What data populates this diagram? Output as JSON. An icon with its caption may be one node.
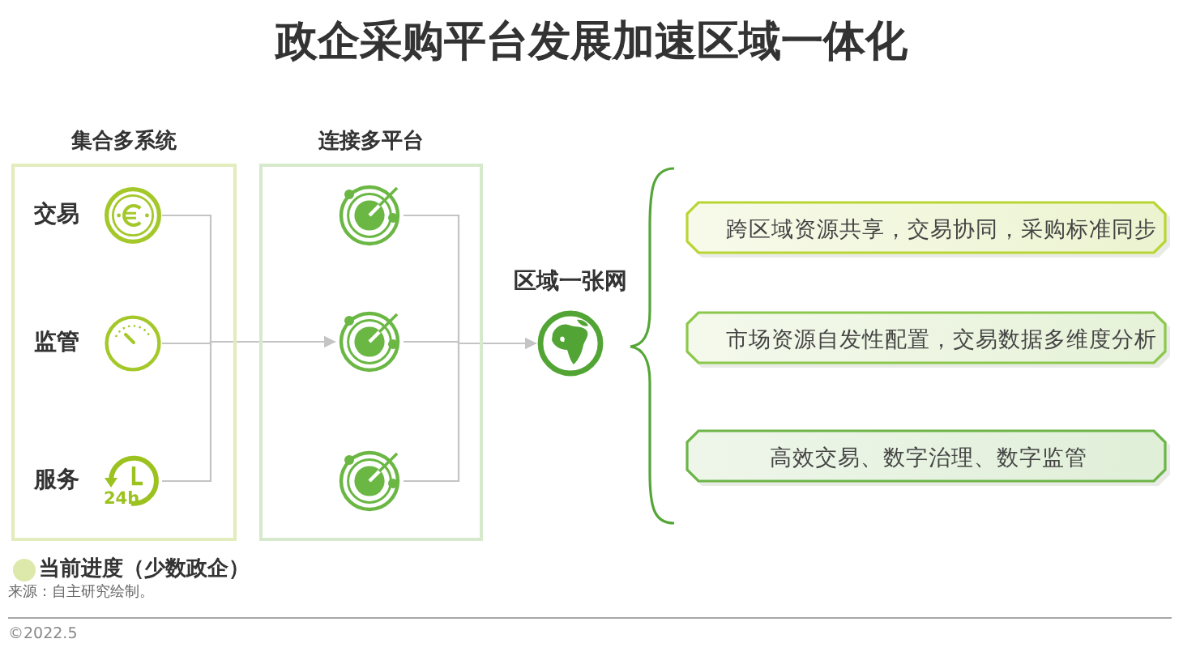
{
  "diagram": {
    "title": "政企采购平台发展加速区域一体化",
    "nodes": [
      {
        "text": [
          "集合多系统"
        ]
      },
      {
        "text": [],
        "shape": "picture",
        "in": 0,
        "beside": [
          "交易"
        ]
      },
      {
        "text": [],
        "shape": "picture",
        "in": 0,
        "beside": [
          "监管"
        ]
      },
      {
        "text": [],
        "shape": "picture",
        "in": 0,
        "beside": [
          "服务"
        ]
      },
      {
        "text": [
          "连接多平台"
        ]
      },
      {
        "text": [],
        "shape": "picture",
        "in": 4
      },
      {
        "text": [],
        "shape": "picture",
        "in": 4
      },
      {
        "text": [],
        "shape": "picture",
        "in": 4
      },
      {
        "text": [],
        "shape": "picture",
        "beside": [
          "区域一张网"
        ]
      },
      {
        "text": [
          "跨区域资源共享，交易协同，采购标准同步"
        ]
      },
      {
        "text": [
          "市场资源自发性配置，交易数据多维度分析"
        ]
      },
      {
        "text": [
          "高效交易、数字治理、数字监管"
        ]
      }
    ],
    "edges": [
      {
        "from": 1,
        "to": 6,
        "arrow": "to"
      },
      {
        "from": 2,
        "to": 6,
        "arrow": "to"
      },
      {
        "from": 3,
        "to": 6,
        "arrow": "to"
      },
      {
        "from": 5,
        "to": 8,
        "arrow": "to"
      },
      {
        "from": 6,
        "to": 8,
        "arrow": "to"
      },
      {
        "from": 7,
        "to": 8,
        "arrow": "to"
      }
    ],
    "labels": [
      "24h",
      "来源：自主研究绘制。",
      "©2022.5"
    ],
    "legend": [
      {
        "text": "当前进度（少数政企）",
        "color": "#dce9aa"
      }
    ]
  }
}
